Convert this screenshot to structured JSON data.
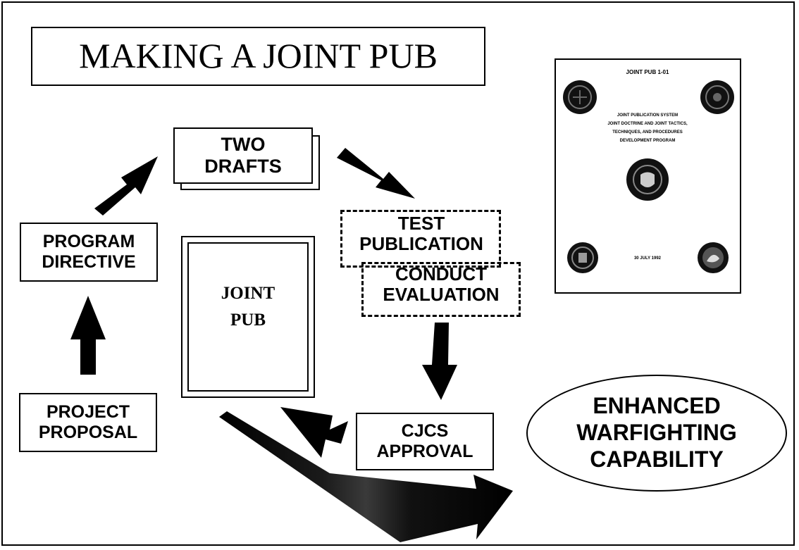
{
  "title": "MAKING A JOINT PUB",
  "boxes": {
    "two_drafts": [
      "TWO",
      "DRAFTS"
    ],
    "program_directive": [
      "PROGRAM",
      "DIRECTIVE"
    ],
    "project_proposal": [
      "PROJECT",
      "PROPOSAL"
    ],
    "joint_pub": [
      "JOINT",
      "PUB"
    ],
    "test_publication": [
      "TEST",
      "PUBLICATION"
    ],
    "conduct_evaluation": [
      "CONDUCT",
      "EVALUATION"
    ],
    "cjcs_approval": [
      "CJCS",
      "APPROVAL"
    ],
    "enhanced": [
      "ENHANCED",
      "WARFIGHTING",
      "CAPABILITY"
    ]
  },
  "document_image": {
    "header": "JOINT PUB 1-01",
    "subtitle_lines": [
      "JOINT PUBLICATION SYSTEM",
      "JOINT DOCTRINE AND JOINT TACTICS,",
      "TECHNIQUES, AND PROCEDURES",
      "DEVELOPMENT PROGRAM"
    ],
    "date": "30 JULY 1992"
  }
}
